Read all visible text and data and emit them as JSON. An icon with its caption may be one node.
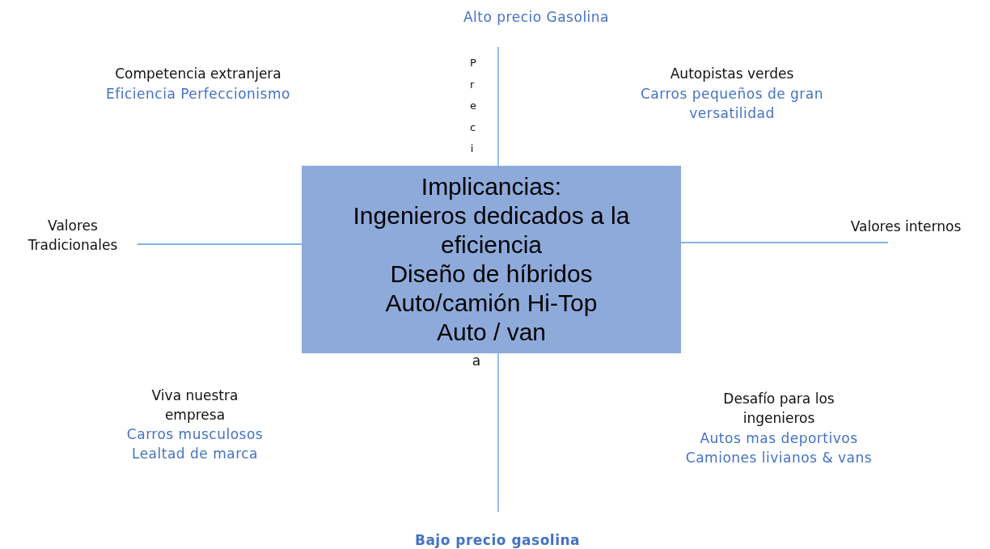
{
  "diagram": {
    "nodes": [
      {
        "text": [
          "Implicancias:",
          "Ingenieros dedicados a la eficiencia",
          "Diseño de híbridos",
          "Auto/camión Hi-Top",
          "Auto / van"
        ]
      }
    ],
    "labels": [
      "Alto precio Gasolina",
      "Preci",
      "Competencia extranjera",
      "Eficiencia Perfeccionismo",
      "Autopistas verdes",
      "Carros pequeños de gran versatilidad",
      "Valores Tradicionales",
      "Valores internos",
      "a",
      "Viva nuestra empresa",
      "Carros musculosos",
      "Lealtad de marca",
      "Desafío para los ingenieros",
      "Autos mas deportivos",
      "Camiones livianos & vans",
      "Bajo precio gasolina"
    ]
  }
}
